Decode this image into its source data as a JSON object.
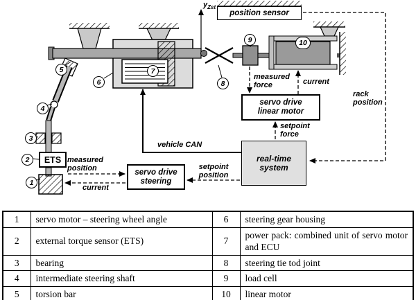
{
  "figure": {
    "y_label": {
      "base": "y",
      "sub": "Zst"
    },
    "position_sensor": "position sensor",
    "measured_force": "measured\nforce",
    "current_linear": "current",
    "rack_position": "rack\nposition",
    "servo_drive_linear": "servo drive\nlinear motor",
    "setpoint_force": "setpoint\nforce",
    "real_time_system": "real-time\nsystem",
    "vehicle_can": "vehicle CAN",
    "servo_drive_steering": "servo drive\nsteering",
    "setpoint_position": "setpoint\nposition",
    "measured_position": "measured\nposition",
    "current_steering": "current",
    "ets": "ETS",
    "callouts": [
      "1",
      "2",
      "3",
      "4",
      "5",
      "6",
      "7",
      "8",
      "9",
      "10"
    ]
  },
  "legend": {
    "rows": [
      [
        "1",
        "servo motor – steering wheel angle",
        "6",
        "steering gear housing"
      ],
      [
        "2",
        "external torque sensor (ETS)",
        "7",
        "power pack: combined unit of servo motor and ECU"
      ],
      [
        "3",
        "bearing",
        "8",
        "steering tie tod joint"
      ],
      [
        "4",
        "intermediate steering shaft",
        "9",
        "load cell"
      ],
      [
        "5",
        "torsion bar",
        "10",
        "linear motor"
      ]
    ]
  }
}
